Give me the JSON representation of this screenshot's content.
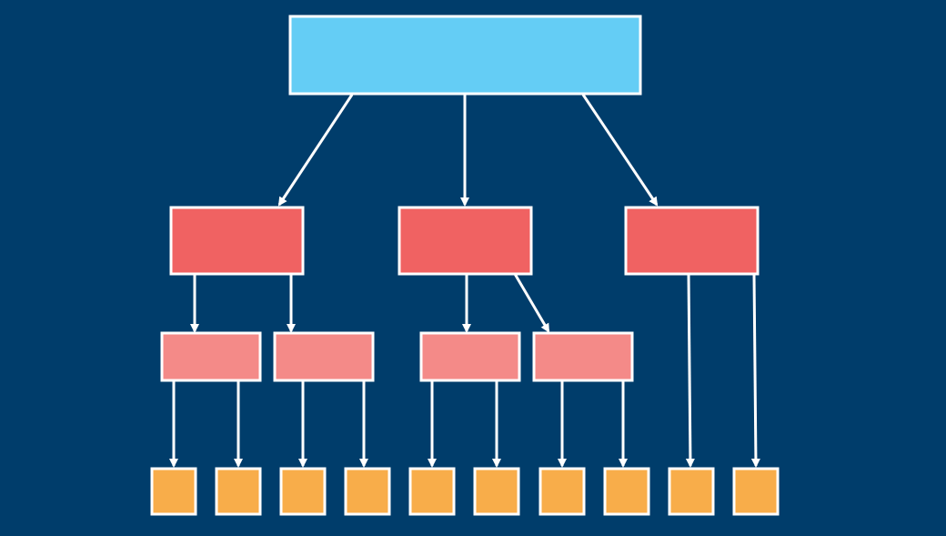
{
  "diagram": {
    "type": "hierarchy-tree",
    "background_color": "#003d6b",
    "line_color": "#ffffff",
    "levels": [
      {
        "name": "root",
        "color": "#64cdf5",
        "count": 1
      },
      {
        "name": "level-2",
        "color": "#f06262",
        "count": 3
      },
      {
        "name": "level-3",
        "color": "#f48a88",
        "count": 4
      },
      {
        "name": "leaf",
        "color": "#f8ad4a",
        "count": 10
      }
    ],
    "nodes": [
      {
        "id": "root",
        "level": 0,
        "label": ""
      },
      {
        "id": "l2-left",
        "level": 1,
        "label": ""
      },
      {
        "id": "l2-middle",
        "level": 1,
        "label": ""
      },
      {
        "id": "l2-right",
        "level": 1,
        "label": ""
      },
      {
        "id": "l3-1",
        "level": 2,
        "label": ""
      },
      {
        "id": "l3-2",
        "level": 2,
        "label": ""
      },
      {
        "id": "l3-3",
        "level": 2,
        "label": ""
      },
      {
        "id": "l3-4",
        "level": 2,
        "label": ""
      },
      {
        "id": "leaf-1",
        "level": 3,
        "label": ""
      },
      {
        "id": "leaf-2",
        "level": 3,
        "label": ""
      },
      {
        "id": "leaf-3",
        "level": 3,
        "label": ""
      },
      {
        "id": "leaf-4",
        "level": 3,
        "label": ""
      },
      {
        "id": "leaf-5",
        "level": 3,
        "label": ""
      },
      {
        "id": "leaf-6",
        "level": 3,
        "label": ""
      },
      {
        "id": "leaf-7",
        "level": 3,
        "label": ""
      },
      {
        "id": "leaf-8",
        "level": 3,
        "label": ""
      },
      {
        "id": "leaf-9",
        "level": 3,
        "label": ""
      },
      {
        "id": "leaf-10",
        "level": 3,
        "label": ""
      }
    ],
    "edges": [
      {
        "from": "root",
        "to": "l2-left"
      },
      {
        "from": "root",
        "to": "l2-middle"
      },
      {
        "from": "root",
        "to": "l2-right"
      },
      {
        "from": "l2-left",
        "to": "l3-1"
      },
      {
        "from": "l2-left",
        "to": "l3-2"
      },
      {
        "from": "l2-middle",
        "to": "l3-3"
      },
      {
        "from": "l2-middle",
        "to": "l3-4"
      },
      {
        "from": "l2-right",
        "to": "leaf-9"
      },
      {
        "from": "l2-right",
        "to": "leaf-10"
      },
      {
        "from": "l3-1",
        "to": "leaf-1"
      },
      {
        "from": "l3-1",
        "to": "leaf-2"
      },
      {
        "from": "l3-2",
        "to": "leaf-3"
      },
      {
        "from": "l3-2",
        "to": "leaf-4"
      },
      {
        "from": "l3-3",
        "to": "leaf-5"
      },
      {
        "from": "l3-3",
        "to": "leaf-6"
      },
      {
        "from": "l3-4",
        "to": "leaf-7"
      },
      {
        "from": "l3-4",
        "to": "leaf-8"
      }
    ]
  }
}
